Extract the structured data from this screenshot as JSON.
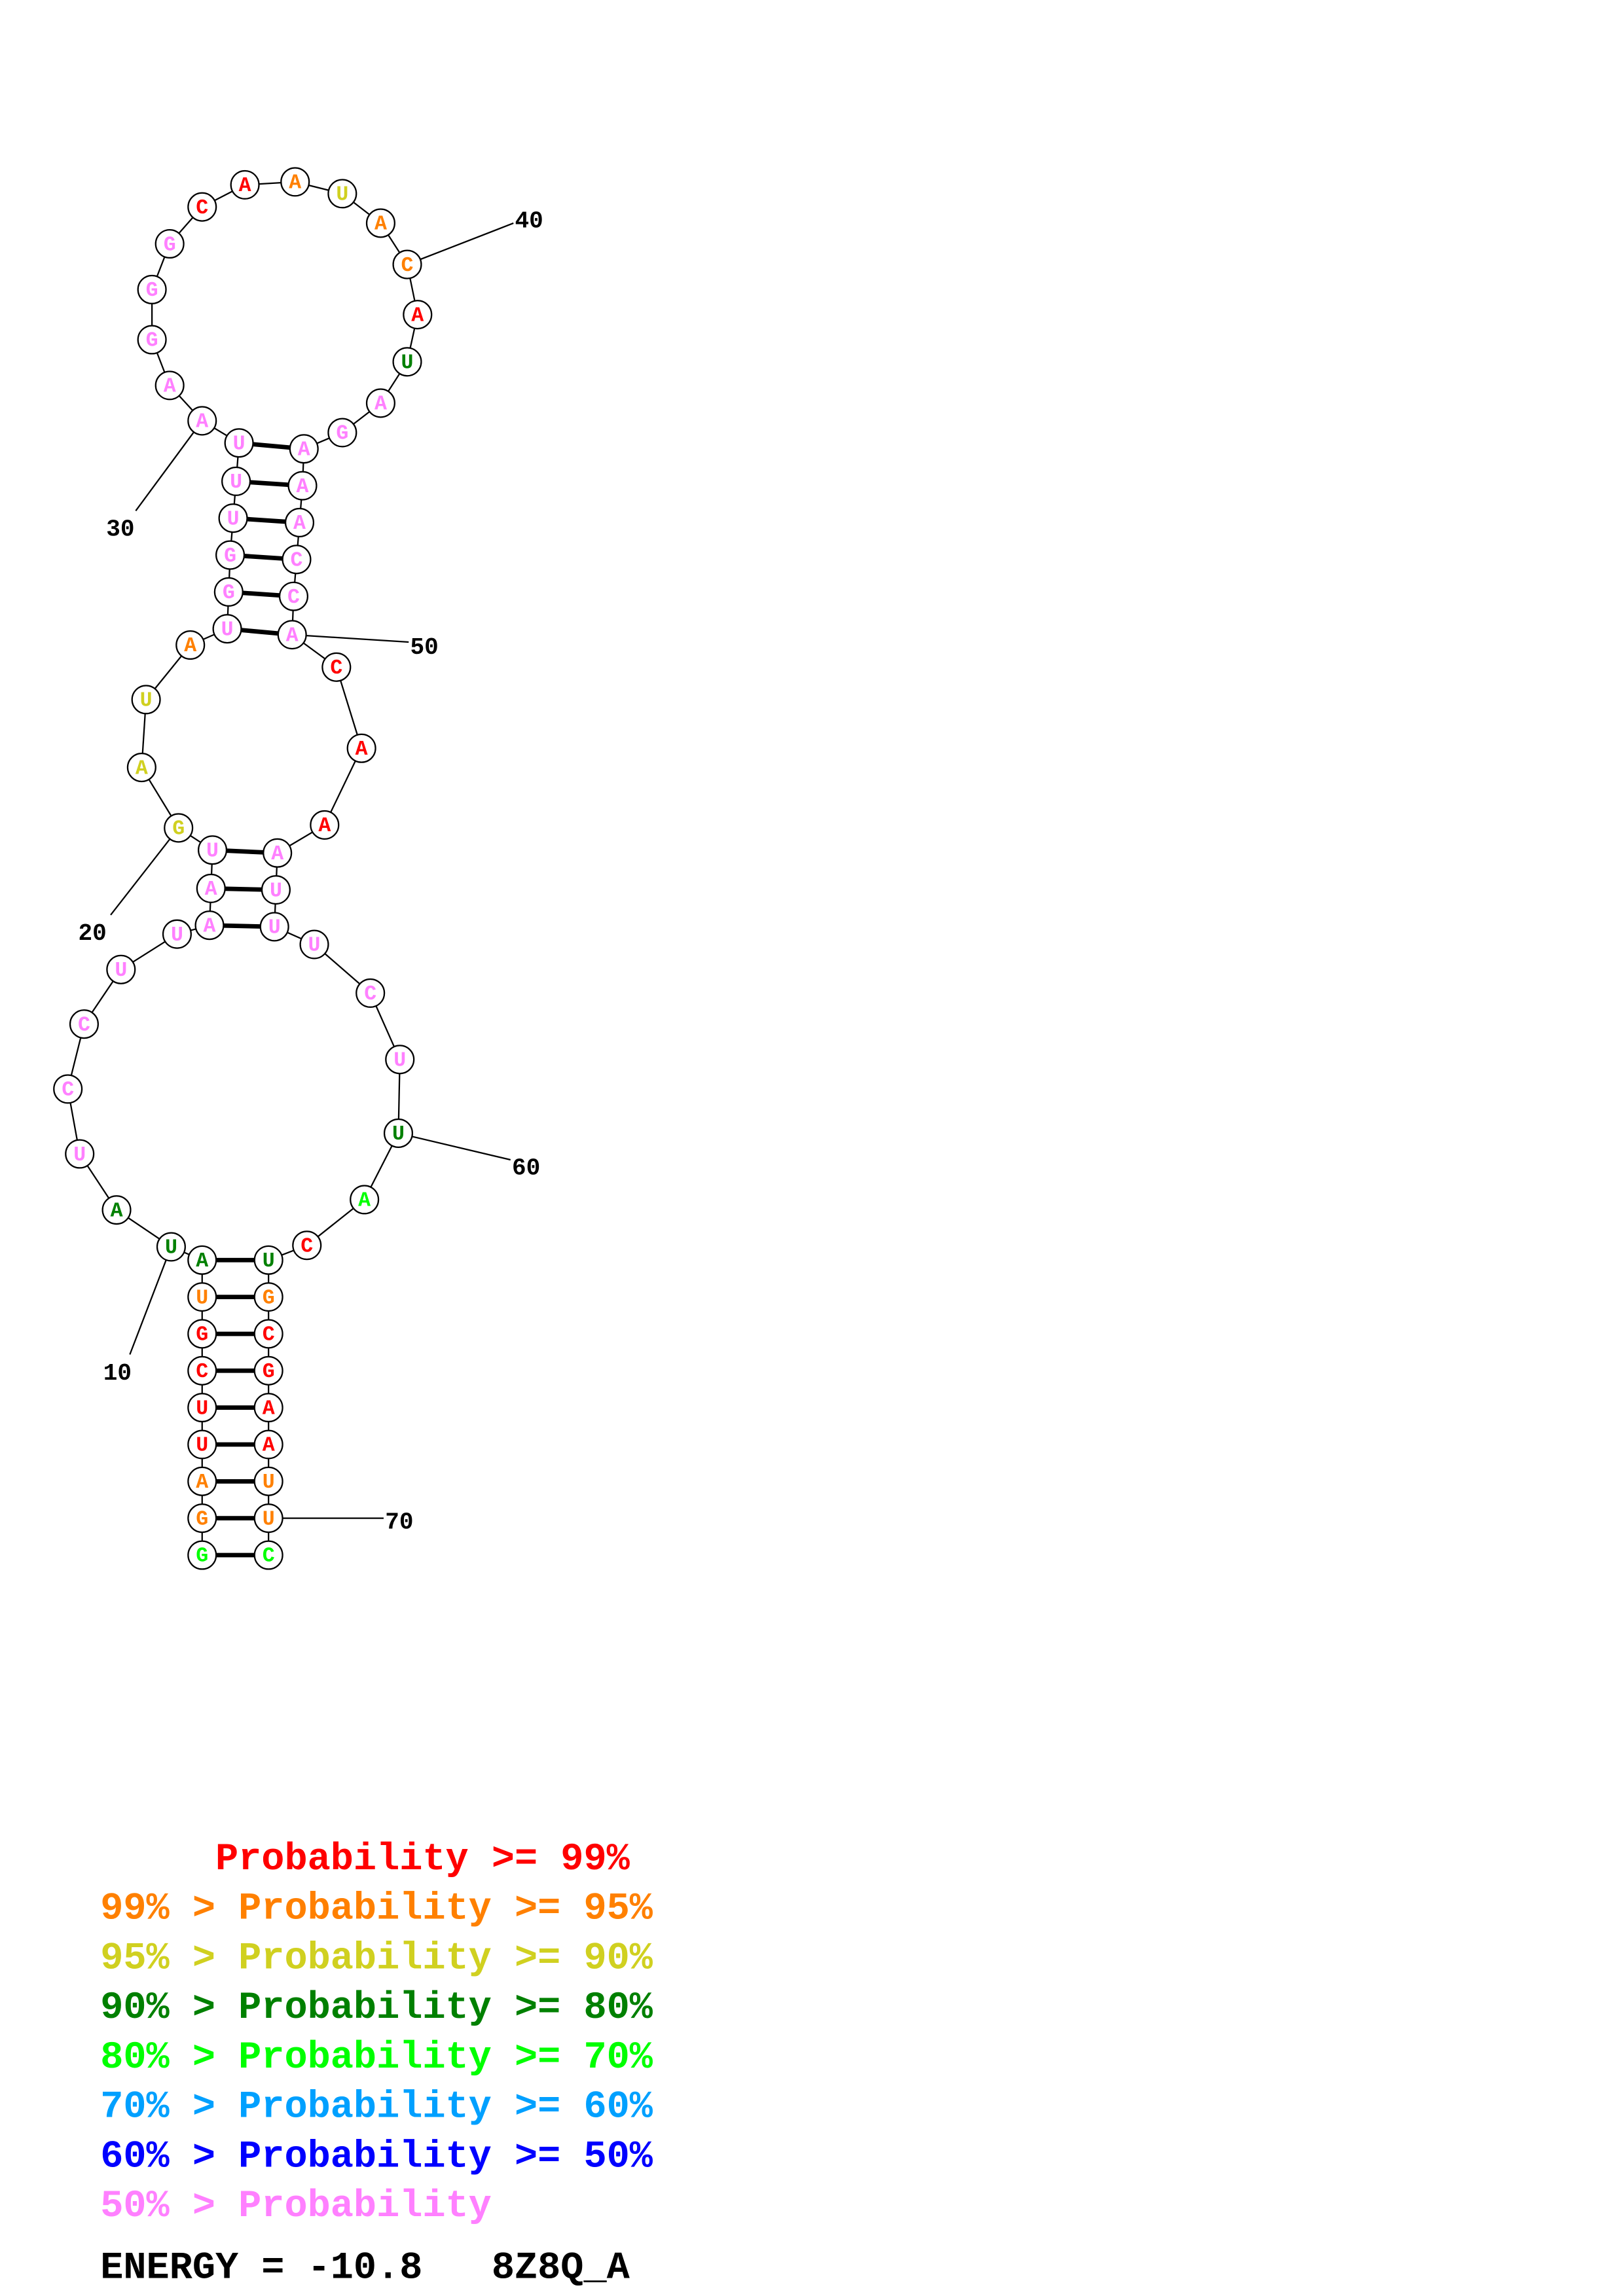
{
  "colors": {
    "p99": "#ff0000",
    "p95": "#ff8000",
    "p90": "#d0d020",
    "p80": "#008000",
    "p70": "#00ff00",
    "p60": "#00a0ff",
    "p50": "#0000ff",
    "low": "#ff80ff"
  },
  "sequence": [
    {
      "n": "G",
      "c": "p70"
    },
    {
      "n": "G",
      "c": "p95"
    },
    {
      "n": "A",
      "c": "p95"
    },
    {
      "n": "U",
      "c": "p99"
    },
    {
      "n": "U",
      "c": "p99"
    },
    {
      "n": "C",
      "c": "p99"
    },
    {
      "n": "G",
      "c": "p99"
    },
    {
      "n": "U",
      "c": "p95"
    },
    {
      "n": "A",
      "c": "p80"
    },
    {
      "n": "U",
      "c": "p80"
    },
    {
      "n": "A",
      "c": "p80"
    },
    {
      "n": "U",
      "c": "low"
    },
    {
      "n": "C",
      "c": "low"
    },
    {
      "n": "C",
      "c": "low"
    },
    {
      "n": "U",
      "c": "low"
    },
    {
      "n": "U",
      "c": "low"
    },
    {
      "n": "A",
      "c": "low"
    },
    {
      "n": "A",
      "c": "low"
    },
    {
      "n": "U",
      "c": "low"
    },
    {
      "n": "G",
      "c": "p90"
    },
    {
      "n": "A",
      "c": "p90"
    },
    {
      "n": "U",
      "c": "p90"
    },
    {
      "n": "A",
      "c": "p95"
    },
    {
      "n": "U",
      "c": "low"
    },
    {
      "n": "G",
      "c": "low"
    },
    {
      "n": "G",
      "c": "low"
    },
    {
      "n": "U",
      "c": "low"
    },
    {
      "n": "U",
      "c": "low"
    },
    {
      "n": "U",
      "c": "low"
    },
    {
      "n": "A",
      "c": "low"
    },
    {
      "n": "A",
      "c": "low"
    },
    {
      "n": "G",
      "c": "low"
    },
    {
      "n": "G",
      "c": "low"
    },
    {
      "n": "G",
      "c": "low"
    },
    {
      "n": "C",
      "c": "p99"
    },
    {
      "n": "A",
      "c": "p99"
    },
    {
      "n": "A",
      "c": "p95"
    },
    {
      "n": "U",
      "c": "p90"
    },
    {
      "n": "A",
      "c": "p95"
    },
    {
      "n": "C",
      "c": "p95"
    },
    {
      "n": "A",
      "c": "p99"
    },
    {
      "n": "U",
      "c": "p80"
    },
    {
      "n": "A",
      "c": "low"
    },
    {
      "n": "G",
      "c": "low"
    },
    {
      "n": "A",
      "c": "low"
    },
    {
      "n": "A",
      "c": "low"
    },
    {
      "n": "A",
      "c": "low"
    },
    {
      "n": "C",
      "c": "low"
    },
    {
      "n": "C",
      "c": "low"
    },
    {
      "n": "A",
      "c": "low"
    },
    {
      "n": "C",
      "c": "p99"
    },
    {
      "n": "A",
      "c": "p99"
    },
    {
      "n": "A",
      "c": "p99"
    },
    {
      "n": "A",
      "c": "low"
    },
    {
      "n": "U",
      "c": "low"
    },
    {
      "n": "U",
      "c": "low"
    },
    {
      "n": "U",
      "c": "low"
    },
    {
      "n": "C",
      "c": "low"
    },
    {
      "n": "U",
      "c": "low"
    },
    {
      "n": "U",
      "c": "p80"
    },
    {
      "n": "A",
      "c": "p70"
    },
    {
      "n": "C",
      "c": "p99"
    },
    {
      "n": "U",
      "c": "p80"
    },
    {
      "n": "G",
      "c": "p95"
    },
    {
      "n": "C",
      "c": "p99"
    },
    {
      "n": "G",
      "c": "p99"
    },
    {
      "n": "A",
      "c": "p99"
    },
    {
      "n": "A",
      "c": "p99"
    },
    {
      "n": "U",
      "c": "p95"
    },
    {
      "n": "U",
      "c": "p95"
    },
    {
      "n": "C",
      "c": "p70"
    }
  ],
  "pairs": [
    [
      1,
      71
    ],
    [
      2,
      70
    ],
    [
      3,
      69
    ],
    [
      4,
      68
    ],
    [
      5,
      67
    ],
    [
      6,
      66
    ],
    [
      7,
      65
    ],
    [
      8,
      64
    ],
    [
      9,
      63
    ],
    [
      17,
      56
    ],
    [
      18,
      55
    ],
    [
      19,
      54
    ],
    [
      24,
      50
    ],
    [
      25,
      49
    ],
    [
      26,
      48
    ],
    [
      27,
      47
    ],
    [
      28,
      46
    ],
    [
      29,
      45
    ]
  ],
  "position_labels": {
    "l10": "10",
    "l20": "20",
    "l30": "30",
    "l40": "40",
    "l50": "50",
    "l60": "60",
    "l70": "70"
  },
  "legend": [
    {
      "text": "     Probability >= 99%",
      "c": "p99"
    },
    {
      "text": "99% > Probability >= 95%",
      "c": "p95"
    },
    {
      "text": "95% > Probability >= 90%",
      "c": "p90"
    },
    {
      "text": "90% > Probability >= 80%",
      "c": "p80"
    },
    {
      "text": "80% > Probability >= 70%",
      "c": "p70"
    },
    {
      "text": "70% > Probability >= 60%",
      "c": "p60"
    },
    {
      "text": "60% > Probability >= 50%",
      "c": "p50"
    },
    {
      "text": "50% > Probability",
      "c": "low"
    }
  ],
  "footer": "ENERGY = -10.8   8Z8Q_A"
}
